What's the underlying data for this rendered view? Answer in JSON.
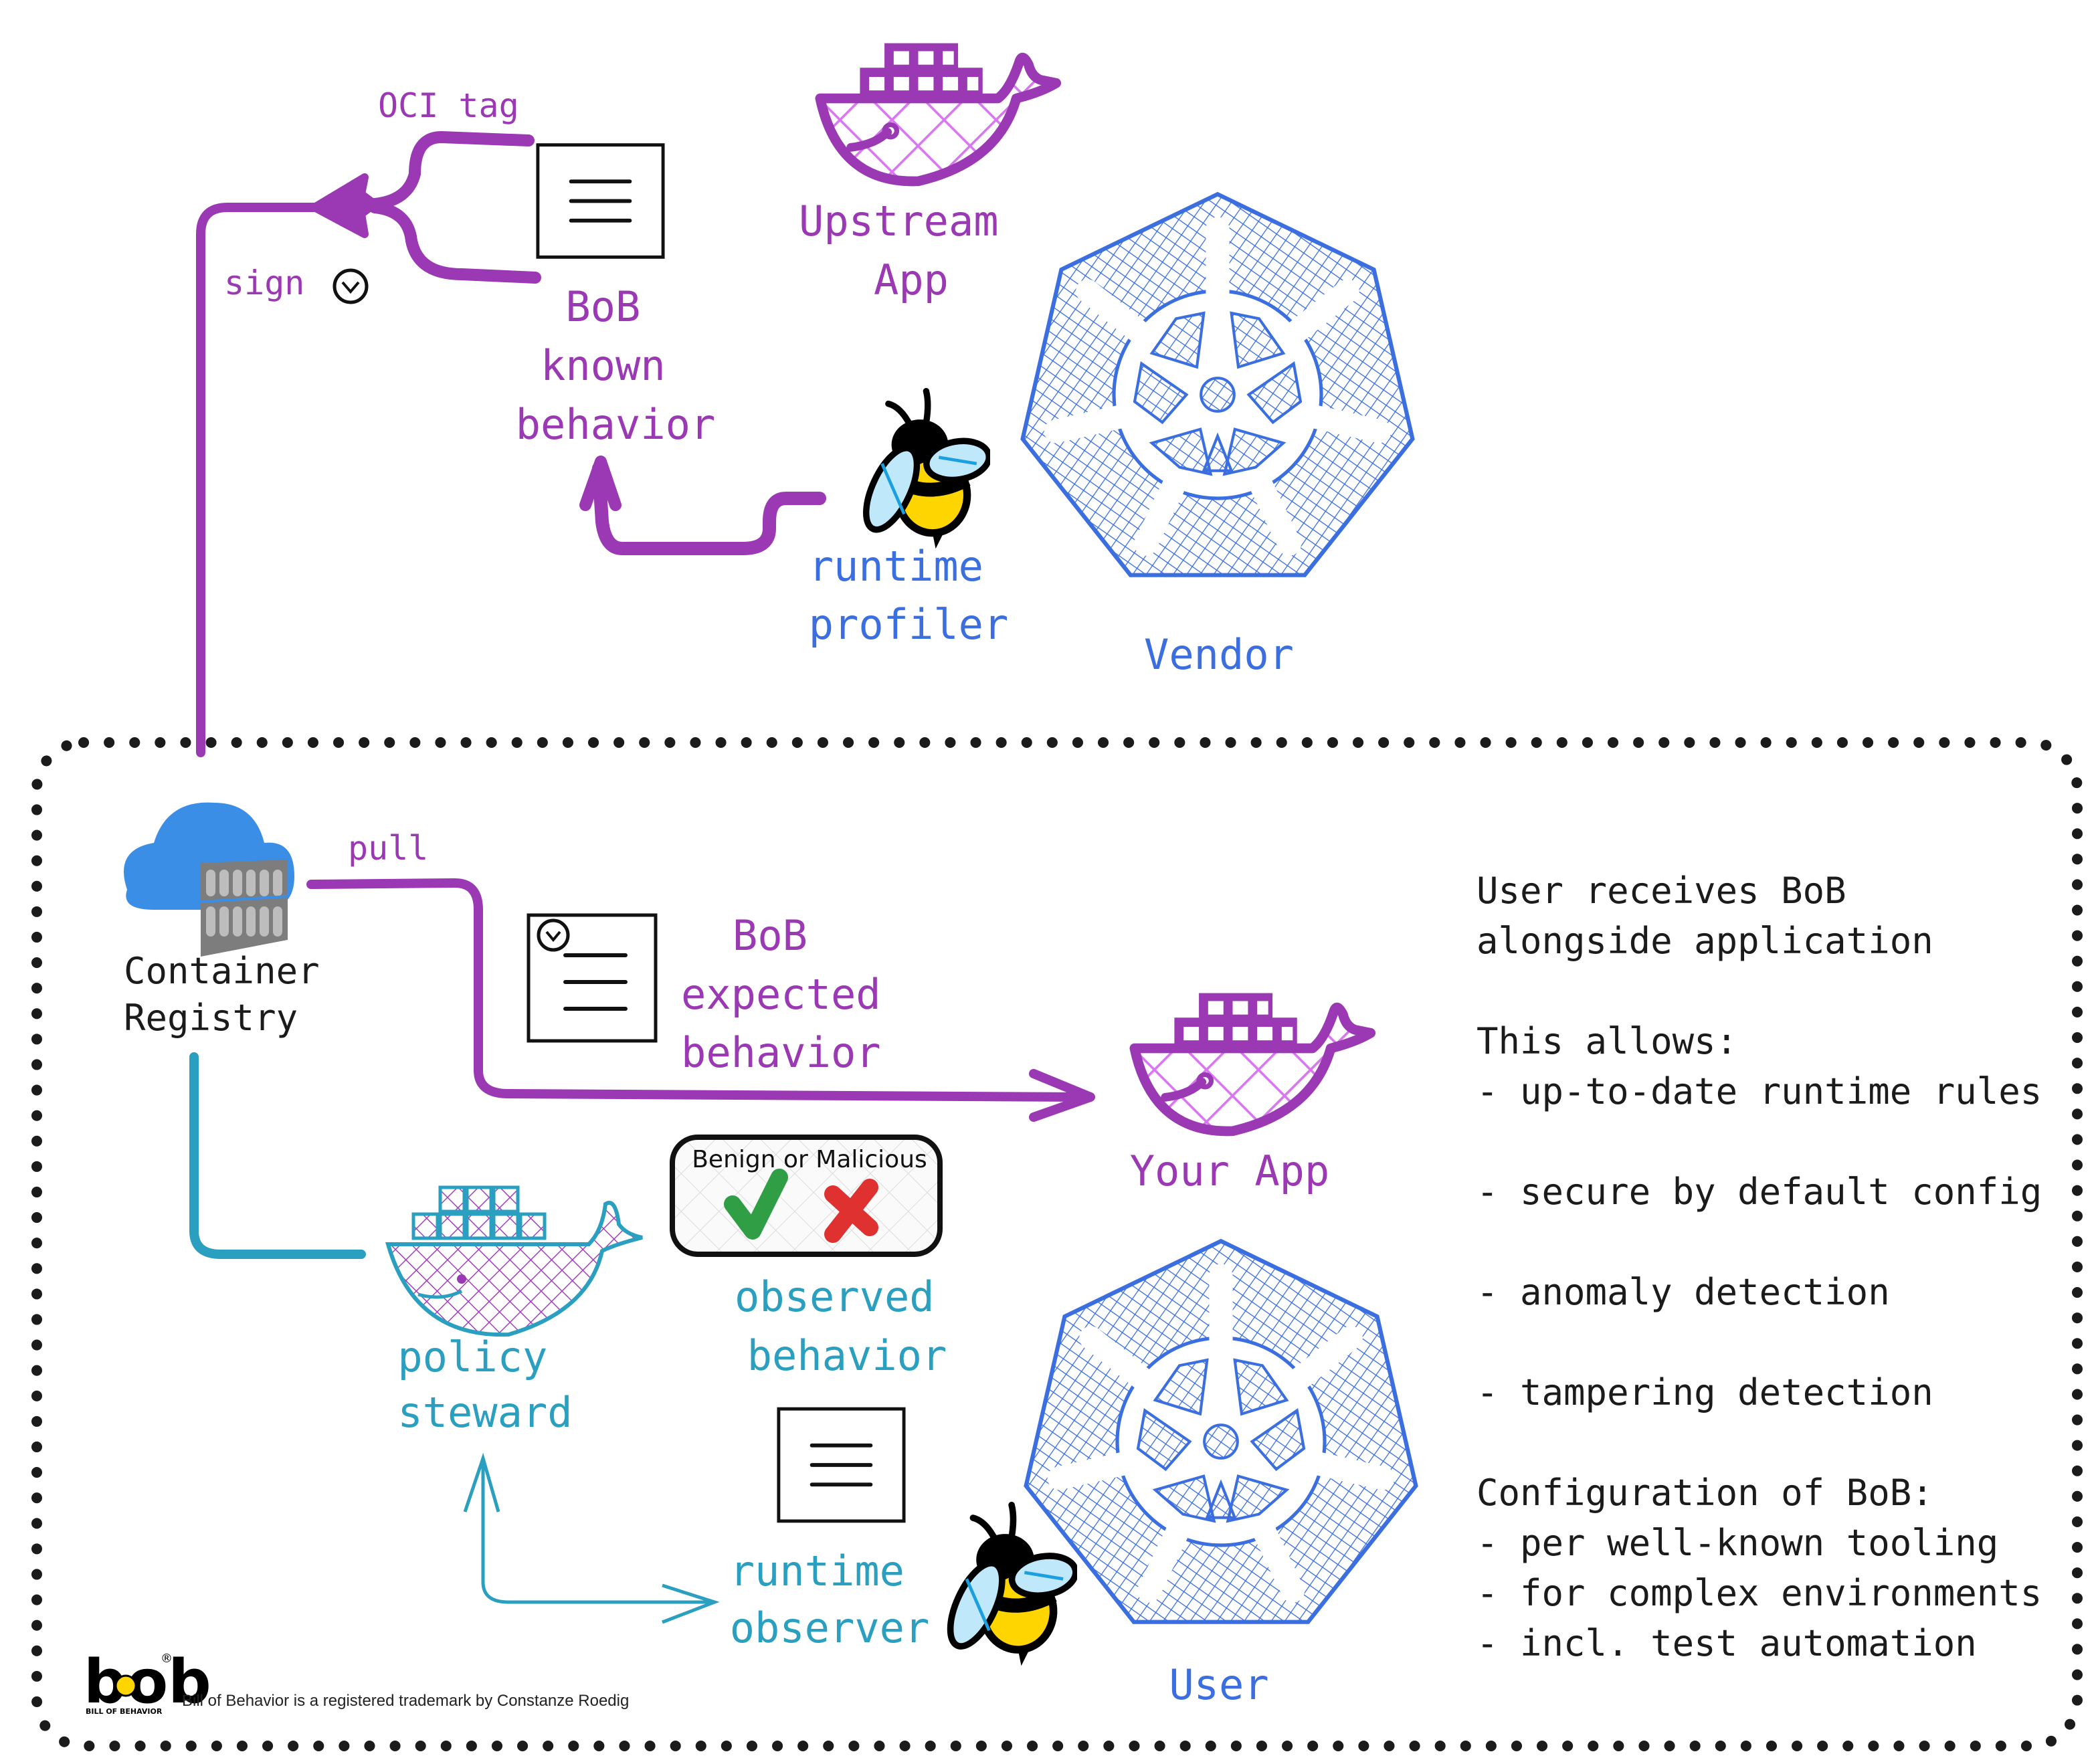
{
  "colors": {
    "purple": "#9b38b3",
    "purple_light": "#d878f0",
    "blue": "#3b6fe0",
    "teal": "#2a9fbf",
    "black": "#1b1b1b",
    "cloud_blue": "#3a8ee6",
    "server_gray": "#8c8c8c",
    "bee_yellow": "#ffd500",
    "wing_blue": "#bfe8fb",
    "check_green": "#2f9e44",
    "cross_red": "#e03131"
  },
  "vendor": {
    "oci_tag_label": "OCI tag",
    "sign_label": "sign",
    "bob_known_behavior": [
      "BoB",
      "known",
      "behavior"
    ],
    "upstream_app": [
      "Upstream",
      "App"
    ],
    "runtime_profiler": [
      "runtime",
      "profiler"
    ],
    "vendor_label": "Vendor"
  },
  "user_zone": {
    "container_registry": [
      "Container",
      "Registry"
    ],
    "pull_label": "pull",
    "bob_expected_behavior": [
      "BoB",
      "expected",
      "behavior"
    ],
    "your_app_label": "Your App",
    "benign_or_malicious": "Benign or Malicious",
    "observed_behavior": [
      "observed",
      "behavior"
    ],
    "policy_steward": [
      "policy",
      "steward"
    ],
    "runtime_observer": [
      "runtime",
      "observer"
    ],
    "user_label": "User"
  },
  "notes": {
    "lines": [
      "User receives BoB",
      "alongside application",
      "",
      "This allows:",
      "- up-to-date runtime rules",
      "",
      "- secure by default config",
      "",
      "- anomaly detection",
      "",
      "- tampering detection",
      "",
      "Configuration of BoB:",
      "- per well-known tooling",
      "- for complex environments",
      "- incl. test automation"
    ]
  },
  "footer": {
    "logo_text": "bob",
    "logo_subtitle": "BILL OF BEHAVIOR",
    "registered_mark": "®",
    "trademark_text": "Bill of Behavior is a registered trademark by Constanze Roedig"
  }
}
